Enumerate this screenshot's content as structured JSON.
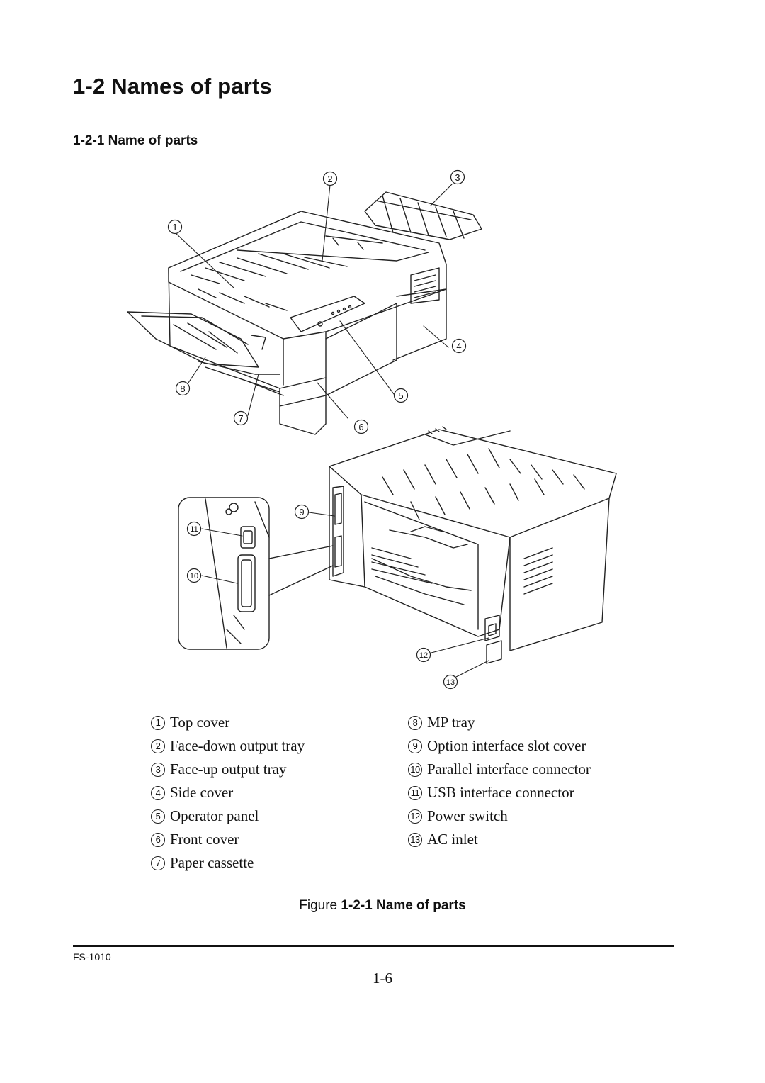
{
  "heading": {
    "section_title": "1-2 Names of parts",
    "subsection_title": "1-2-1 Name of parts"
  },
  "callouts": [
    "1",
    "2",
    "3",
    "4",
    "5",
    "6",
    "7",
    "8",
    "9",
    "10",
    "11",
    "12",
    "13"
  ],
  "legend": {
    "left": [
      {
        "num": "1",
        "label": "Top cover"
      },
      {
        "num": "2",
        "label": "Face-down output tray"
      },
      {
        "num": "3",
        "label": "Face-up output tray"
      },
      {
        "num": "4",
        "label": "Side cover"
      },
      {
        "num": "5",
        "label": "Operator panel"
      },
      {
        "num": "6",
        "label": "Front cover"
      },
      {
        "num": "7",
        "label": "Paper cassette"
      }
    ],
    "right": [
      {
        "num": "8",
        "label": "MP tray"
      },
      {
        "num": "9",
        "label": "Option interface slot cover"
      },
      {
        "num": "10",
        "label": "Parallel interface connector"
      },
      {
        "num": "11",
        "label": "USB interface connector"
      },
      {
        "num": "12",
        "label": "Power switch"
      },
      {
        "num": "13",
        "label": "AC inlet"
      }
    ]
  },
  "caption": {
    "prefix": "Figure",
    "text": "1-2-1 Name of parts"
  },
  "footer": {
    "model": "FS-1010",
    "page_number": "1-6"
  }
}
